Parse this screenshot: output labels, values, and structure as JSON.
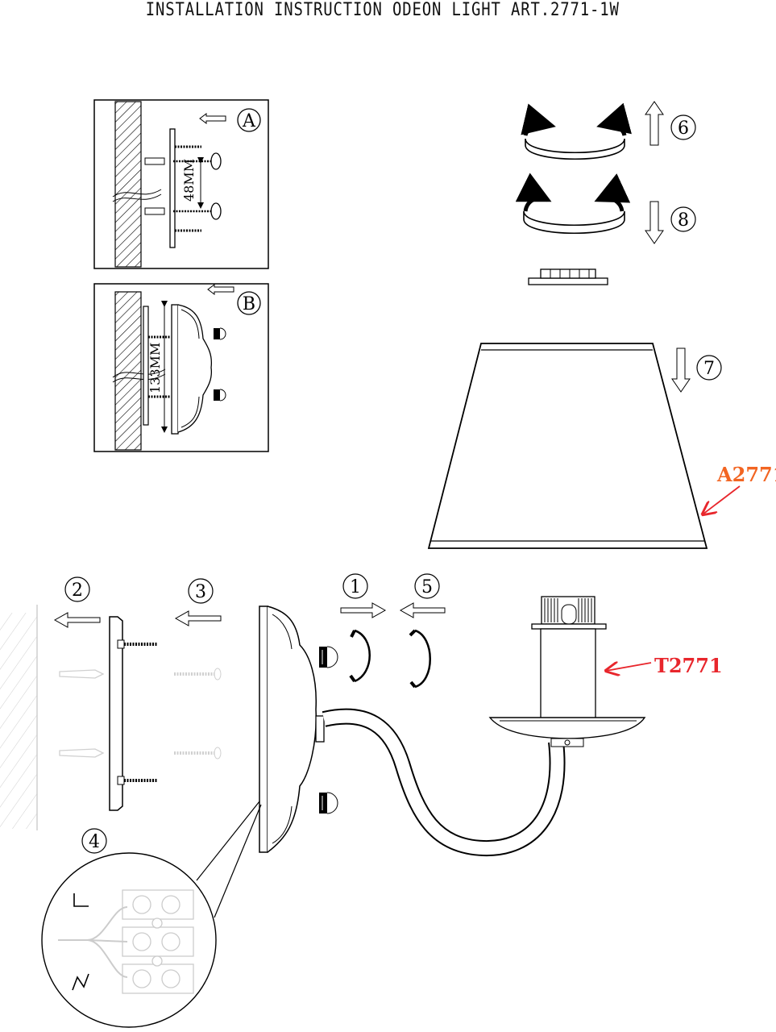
{
  "title": "INSTALLATION INSTRUCTION ODEON LIGHT ART.2771-1W",
  "panels": {
    "a": {
      "letter": "A",
      "dimension": "48MM"
    },
    "b": {
      "letter": "B",
      "dimension": "133MM"
    }
  },
  "steps": [
    "1",
    "2",
    "3",
    "4",
    "5",
    "6",
    "7",
    "8"
  ],
  "parts": {
    "shade": {
      "code": "A2771",
      "color": "#f26522"
    },
    "holder": {
      "code": "T2771",
      "color": "#e8262c"
    }
  }
}
